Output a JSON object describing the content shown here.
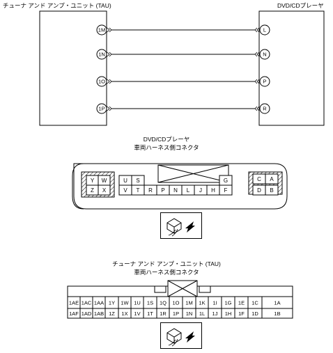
{
  "wiring": {
    "left_unit_label": "チューナ アンド アンプ・ユニット (TAU)",
    "right_unit_label": "DVD/CDプレーヤ",
    "connections": [
      {
        "left": "1M",
        "right": "L"
      },
      {
        "left": "1N",
        "right": "N"
      },
      {
        "left": "1O",
        "right": "P"
      },
      {
        "left": "1P",
        "right": "R"
      }
    ]
  },
  "dvd_connector": {
    "title_line1": "DVD/CDプレーヤ",
    "title_line2": "車両ハーネス側コネクタ",
    "left_lock": [
      [
        "Y",
        "W"
      ],
      [
        "Z",
        "X"
      ]
    ],
    "top_pins": [
      "U",
      "S",
      "G"
    ],
    "bottom_pins": [
      "V",
      "T",
      "R",
      "P",
      "N",
      "L",
      "J",
      "H",
      "F"
    ],
    "right_lock": [
      [
        "C",
        "A"
      ],
      [
        "D",
        "B"
      ]
    ]
  },
  "tau_connector": {
    "title_line1": "チューナ アンド アンプ・ユニット (TAU)",
    "title_line2": "車両ハーネス側コネクタ",
    "top_row": [
      "1AE",
      "1AC",
      "1AA",
      "1Y",
      "1W",
      "1U",
      "1S",
      "1Q",
      "1O",
      "1M",
      "1K",
      "1I",
      "1G",
      "1E",
      "1C",
      "1A"
    ],
    "bottom_row": [
      "1AF",
      "1AD",
      "1AB",
      "1Z",
      "1X",
      "1V",
      "1T",
      "1R",
      "1P",
      "1N",
      "1L",
      "1J",
      "1H",
      "1F",
      "1D",
      "1B"
    ]
  },
  "icons": [
    "connector-view-icon",
    "connector-view-icon"
  ]
}
